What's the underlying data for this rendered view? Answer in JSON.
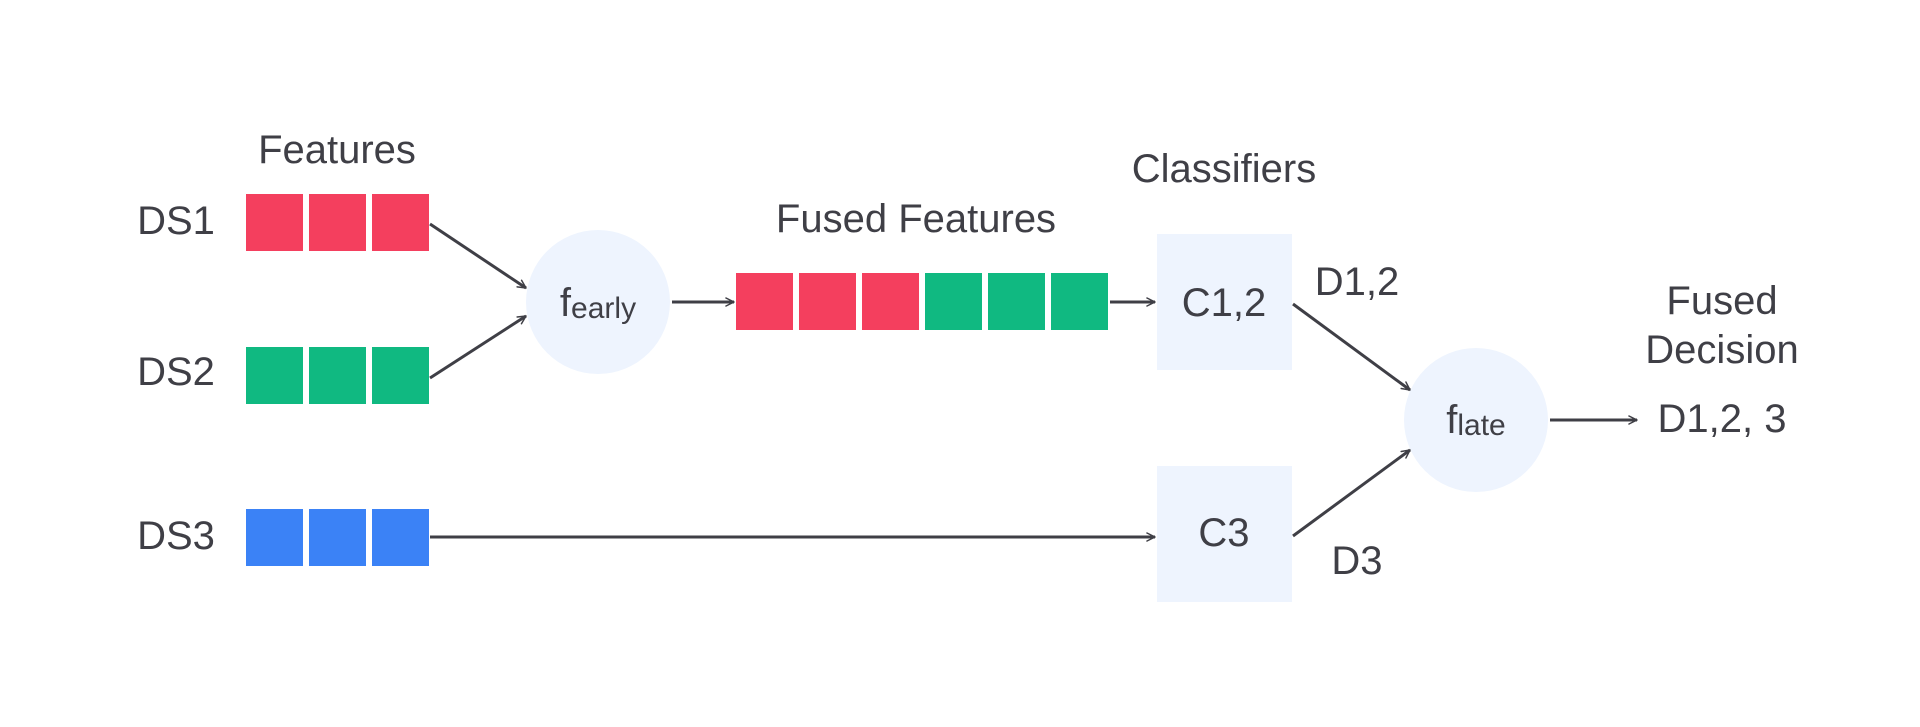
{
  "datasets": [
    {
      "id": "ds1",
      "label": "DS1",
      "color": "#f43f5e",
      "cells": 3
    },
    {
      "id": "ds2",
      "label": "DS2",
      "color": "#10b981",
      "cells": 3
    },
    {
      "id": "ds3",
      "label": "DS3",
      "color": "#3b82f6",
      "cells": 3
    }
  ],
  "headings": {
    "features": "Features",
    "fused_features": "Fused Features",
    "classifiers": "Classifiers",
    "fused_decision_line1": "Fused",
    "fused_decision_line2": "Decision"
  },
  "nodes": {
    "early_fusion": {
      "base": "f",
      "subscript": "early"
    },
    "late_fusion": {
      "base": "f",
      "subscript": "late"
    },
    "classifier_12": "C1,2",
    "classifier_3": "C3"
  },
  "fused_vector": {
    "colors": [
      "#f43f5e",
      "#f43f5e",
      "#f43f5e",
      "#10b981",
      "#10b981",
      "#10b981"
    ]
  },
  "decisions": {
    "d12": "D1,2",
    "d3": "D3",
    "final": "D1,2, 3"
  },
  "colors": {
    "text": "#3f3f46",
    "node_fill": "#eef4fe",
    "red": "#f43f5e",
    "green": "#10b981",
    "blue": "#3b82f6"
  }
}
